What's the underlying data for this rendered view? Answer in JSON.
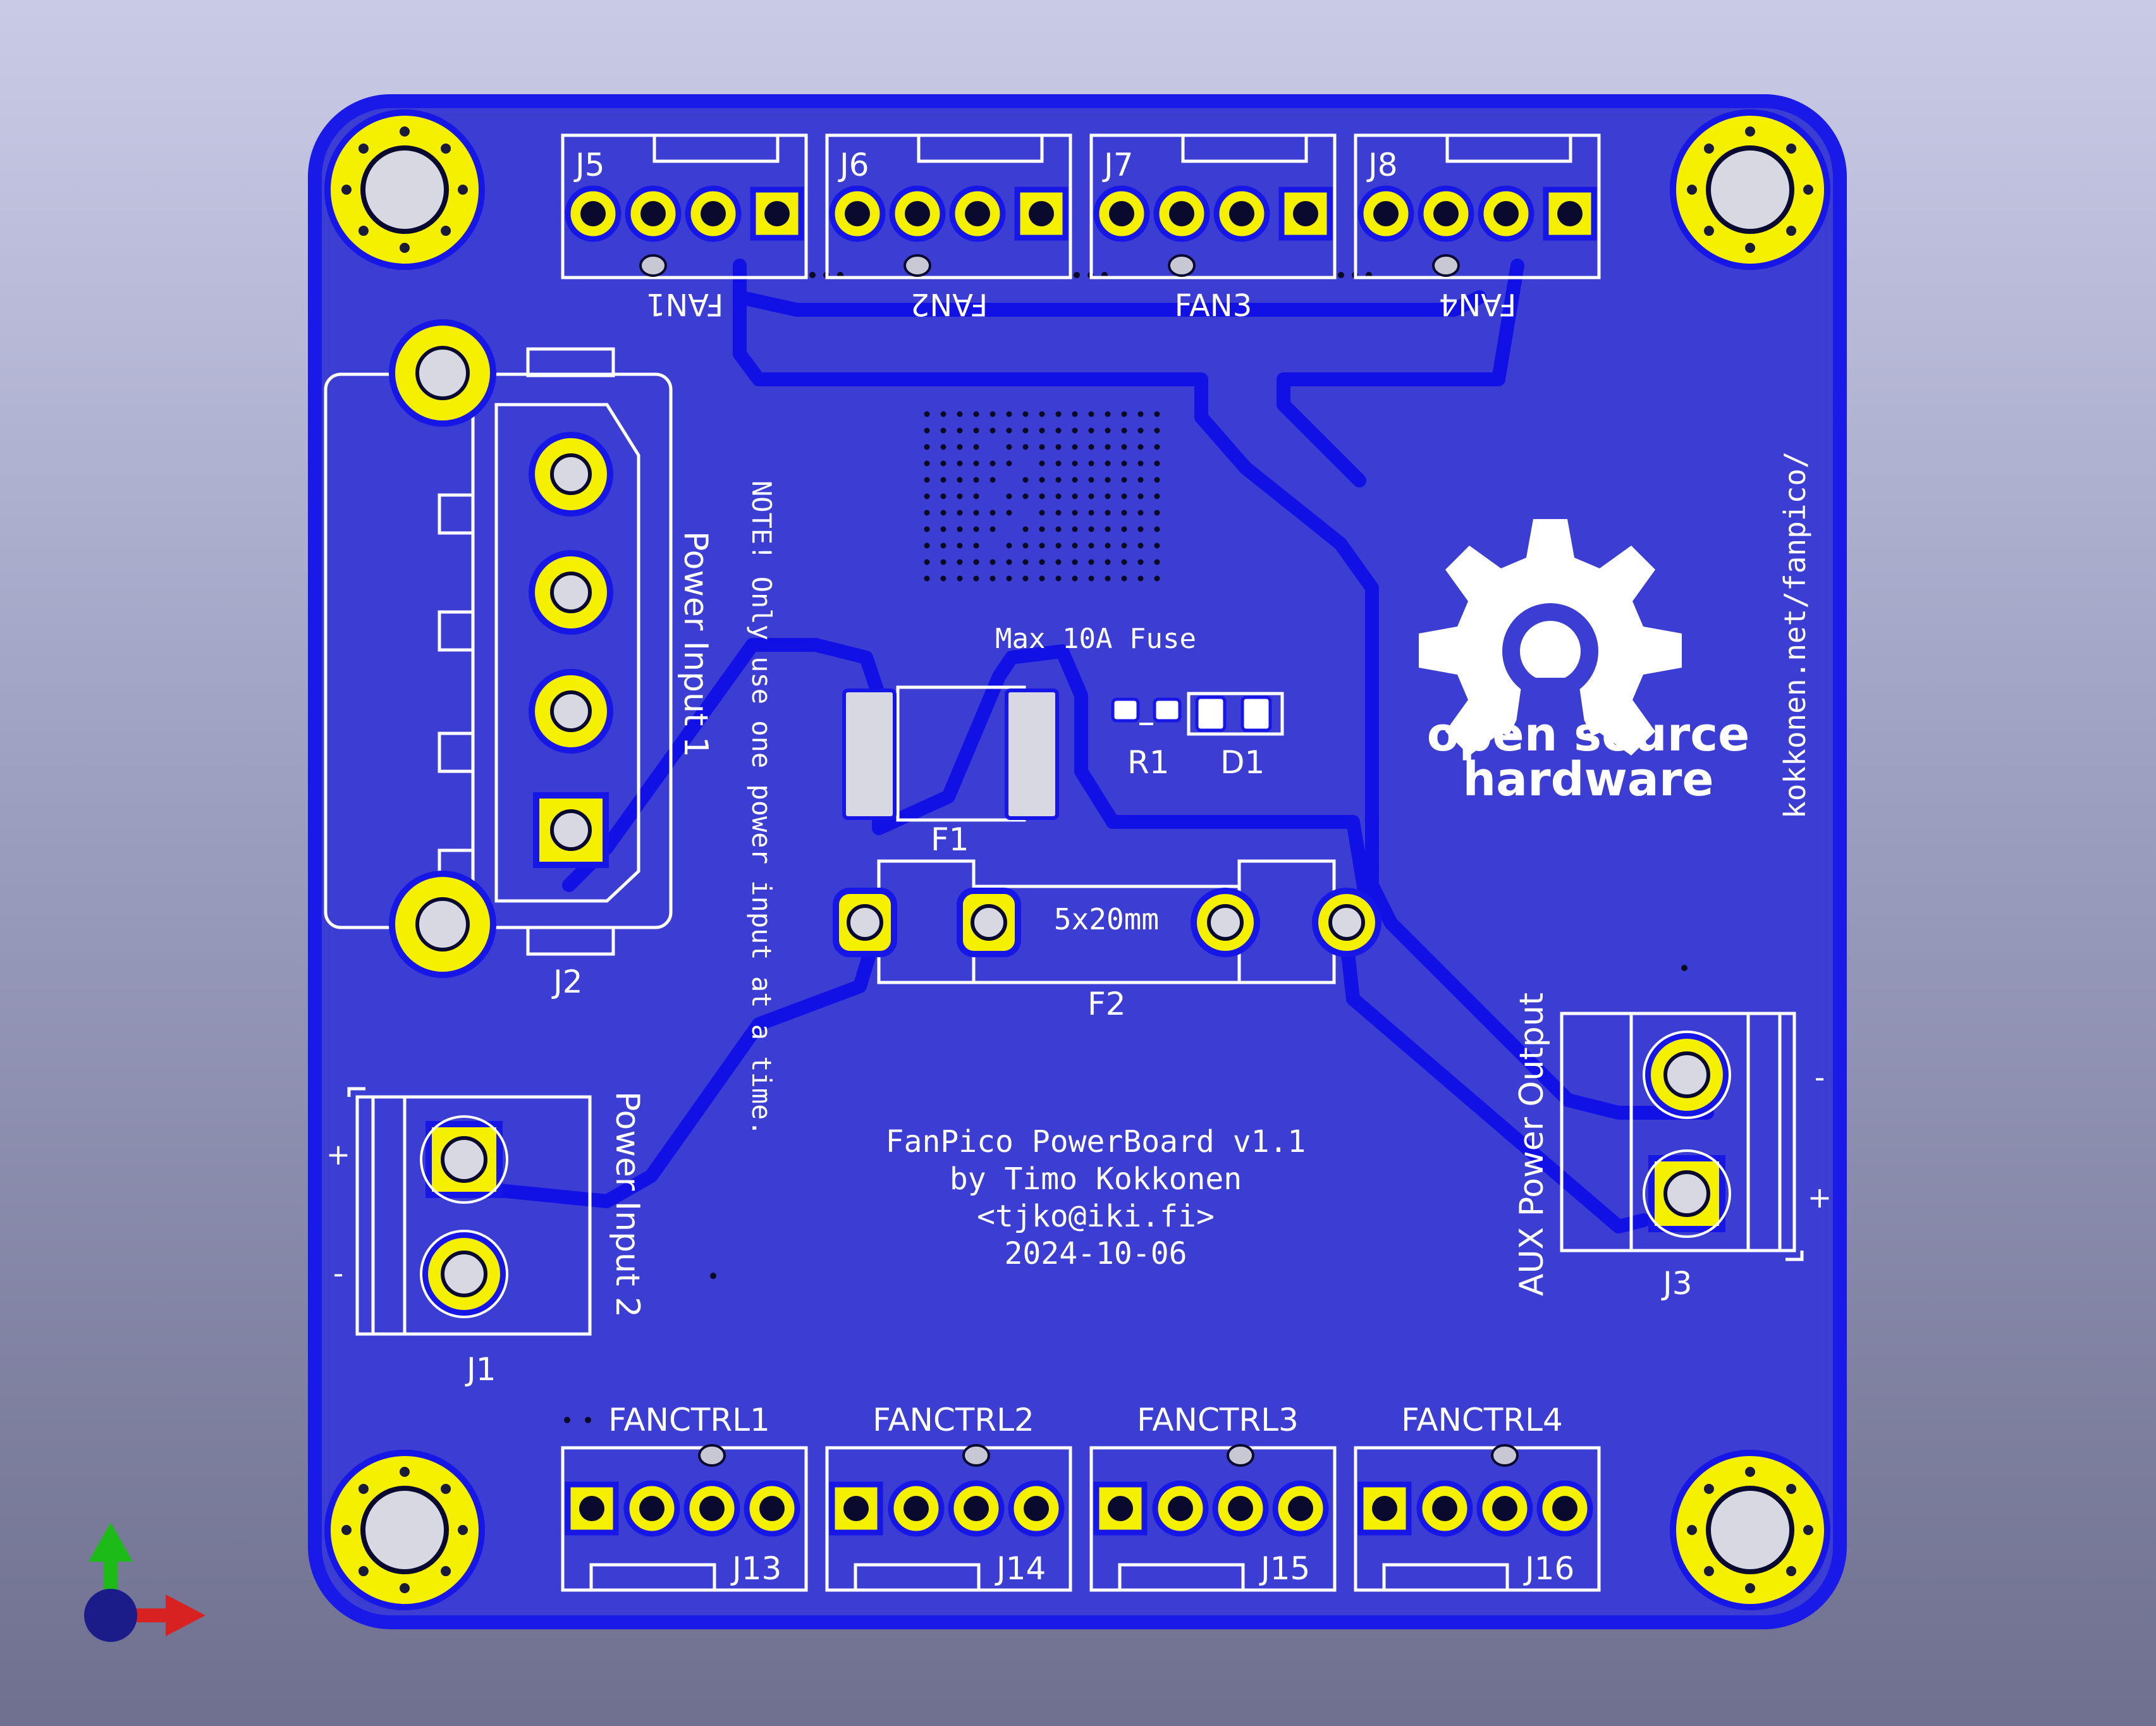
{
  "colors": {
    "board": "#3c3ed3",
    "trace": "#1111e6",
    "silk": "#ffffff",
    "gold": "#f4f000",
    "drill": "#d8d8e2"
  },
  "labels": {
    "fan_headers": [
      "J5",
      "J6",
      "J7",
      "J8"
    ],
    "fan_names": [
      "FAN1",
      "FAN2",
      "FAN3",
      "FAN4"
    ],
    "ctrl_headers": [
      "J13",
      "J14",
      "J15",
      "J16"
    ],
    "ctrl_names": [
      "FANCTRL1",
      "FANCTRL2",
      "FANCTRL3",
      "FANCTRL4"
    ],
    "j2": "J2",
    "j1": "J1",
    "j3": "J3",
    "f1": "F1",
    "f2": "F2",
    "r1": "R1",
    "d1": "D1",
    "power_input_1": "Power Input 1",
    "power_input_2": "Power Input 2",
    "aux_output": "AUX Power Output",
    "note": "NOTE! Only use one power input at a time.",
    "max_fuse": "Max 10A Fuse",
    "fuse_size": "5x20mm",
    "url": "kokkonen.net/fanpico/",
    "osh_line1": "open source",
    "osh_line2": "hardware",
    "plus": "+",
    "minus": "-",
    "credit": [
      "FanPico PowerBoard v1.1",
      "by Timo Kokkonen",
      "<tjko@iki.fi>",
      "2024-10-06"
    ]
  },
  "axis_gizmo": [
    "x-axis-arrow",
    "y-axis-arrow",
    "z-axis-dot"
  ]
}
